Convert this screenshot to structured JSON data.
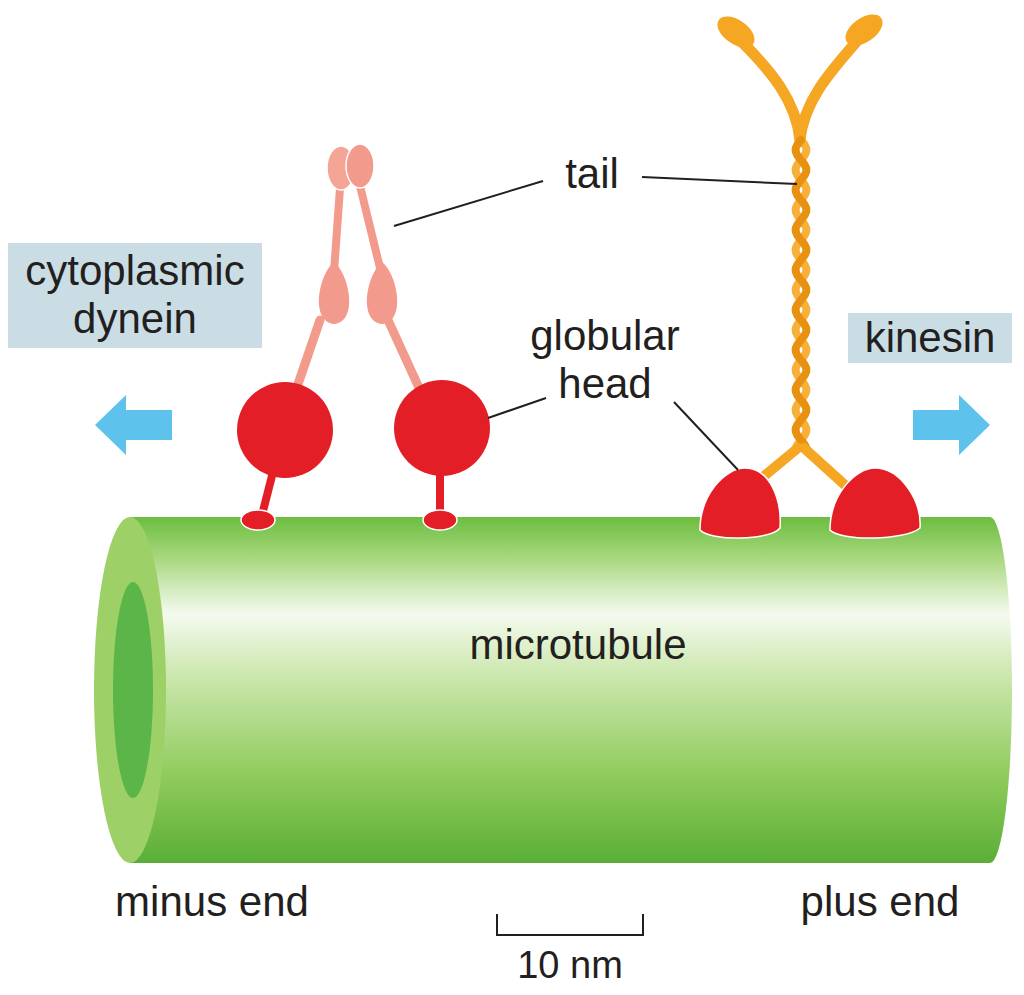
{
  "diagram": {
    "nodes": [
      {
        "text": [
          "cytoplasmic dynein"
        ]
      },
      {
        "text": [
          "kinesin"
        ]
      },
      {
        "text": [
          "microtubule"
        ]
      }
    ],
    "labels": [
      "tail",
      "globular head",
      "minus end",
      "plus end",
      "10 nm"
    ]
  }
}
